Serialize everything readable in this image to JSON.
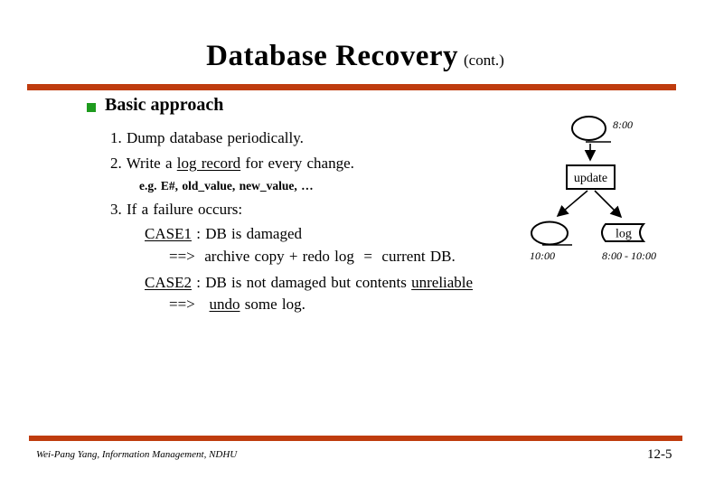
{
  "slide": {
    "title": "Database Recovery",
    "title_suffix": "(cont.)",
    "accent_color": "#bf3c0e",
    "bullet_color": "#1e9b1e",
    "footer_credit": "Wei-Pang Yang, Information Management, NDHU",
    "page_number": "12-5"
  },
  "content": {
    "heading": "Basic approach",
    "item1": "1. Dump database periodically.",
    "item2": {
      "pre": "2. Write a ",
      "underlined": "log record",
      "post": " for every change."
    },
    "item2_note": "e.g. E#, old_value, new_value, …",
    "item3": "3. If a failure occurs:",
    "case1": {
      "label": "CASE1",
      "rest": " : DB is damaged"
    },
    "case1_result": {
      "arrow": "==>",
      "text": "  archive copy + redo log  =  current DB."
    },
    "case2": {
      "label": "CASE2",
      "middle": " : DB is not damaged but contents ",
      "underlined": "unreliable"
    },
    "case2_result": {
      "arrow": "==>",
      "pre": "   ",
      "underlined": "undo",
      "post": " some log."
    }
  },
  "diagram": {
    "time_top": "8:00",
    "process_label": "update",
    "time_bottom_left": "10:00",
    "log_label": "log",
    "time_bottom_right": "8:00 - 10:00"
  }
}
